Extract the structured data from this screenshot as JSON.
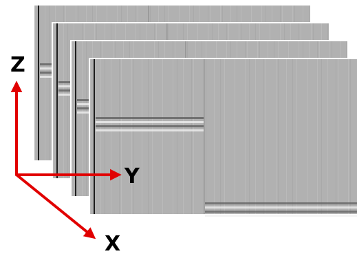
{
  "figure": {
    "slice_count": 4,
    "colors": {
      "slice_bg": "#b1b1b1",
      "slice_light": "#c6c6c6",
      "edge_line": "#1c1c1c",
      "band_dark": "#616161",
      "band_light": "#f0f0f0",
      "arrow": "#e10000",
      "label": "#000000"
    },
    "icons": [
      "arrow-z-icon",
      "arrow-y-icon",
      "arrow-x-icon"
    ]
  },
  "axes": {
    "z_label": "Z",
    "y_label": "Y",
    "x_label": "X"
  }
}
